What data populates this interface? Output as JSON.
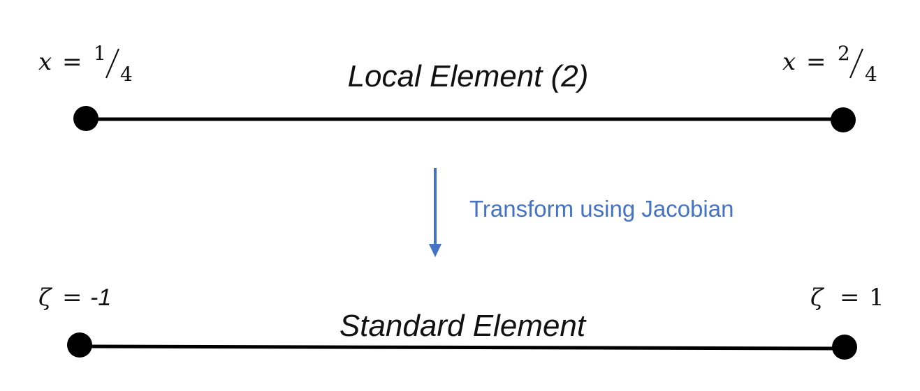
{
  "top_element": {
    "title": "Local Element (2)",
    "left_label": {
      "variable": "x",
      "equals": "=",
      "numerator": "1",
      "denominator": "4"
    },
    "right_label": {
      "variable": "x",
      "equals": "=",
      "numerator": "2",
      "denominator": "4"
    }
  },
  "transform": {
    "label": "Transform using Jacobian",
    "color": "#4472c4"
  },
  "bottom_element": {
    "title": "Standard Element",
    "left_label": {
      "variable": "ζ",
      "equals": "=",
      "value": "-1"
    },
    "right_label": {
      "variable": "ζ",
      "equals": "=",
      "value": "1"
    }
  },
  "colors": {
    "line": "#000000",
    "node": "#000000",
    "arrow": "#4472c4"
  }
}
